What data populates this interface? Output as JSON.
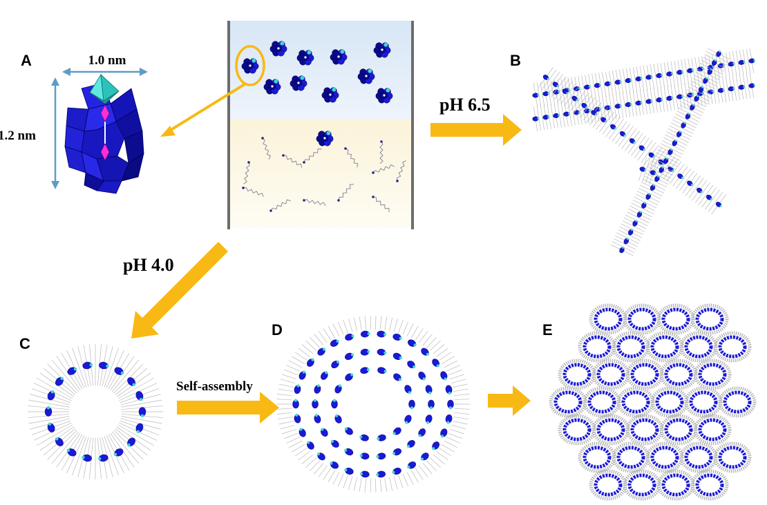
{
  "panels": {
    "A": "A",
    "B": "B",
    "C": "C",
    "D": "D",
    "E": "E"
  },
  "dimensions": {
    "width_label": "1.0 nm",
    "height_label": "1.2 nm"
  },
  "arrows": {
    "ph_high": "pH 6.5",
    "ph_low": "pH 4.0",
    "self_assembly": "Self-assembly"
  },
  "colors": {
    "polyhedron_blue": "#1a1ad6",
    "polyhedron_dark": "#0a0a8a",
    "cap_cyan": "#3fd8d0",
    "core_magenta": "#ff2fd6",
    "arrow_orange": "#f8b914",
    "dimension_blue": "#5f9bc6",
    "aqueous_phase": "#e4eef8",
    "organic_phase": "#fdf8e6",
    "surfactant_gray": "#b8b8b8"
  }
}
